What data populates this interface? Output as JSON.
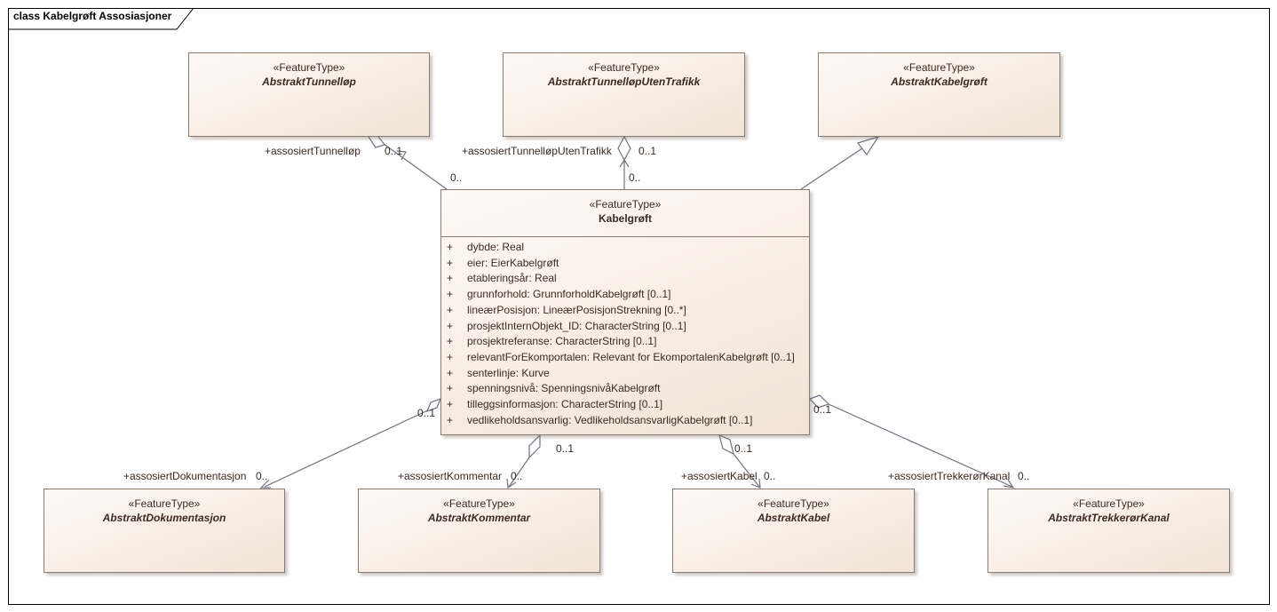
{
  "frame": {
    "title": "class Kabelgrøft Assosiasjoner"
  },
  "classes": {
    "tunnellop": {
      "stereotype": "«FeatureType»",
      "name": "AbstraktTunnelløp"
    },
    "tunnellop_uten_trafikk": {
      "stereotype": "«FeatureType»",
      "name": "AbstraktTunnelløpUtenTrafikk"
    },
    "kabelgroft_abstract": {
      "stereotype": "«FeatureType»",
      "name": "AbstraktKabelgrøft"
    },
    "kabelgroft": {
      "stereotype": "«FeatureType»",
      "name": "Kabelgrøft",
      "attributes": [
        {
          "vis": "+",
          "text": "dybde: Real"
        },
        {
          "vis": "+",
          "text": "eier: EierKabelgrøft"
        },
        {
          "vis": "+",
          "text": "etableringsår: Real"
        },
        {
          "vis": "+",
          "text": "grunnforhold: GrunnforholdKabelgrøft [0..1]"
        },
        {
          "vis": "+",
          "text": "lineærPosisjon: LineærPosisjonStrekning [0..*]"
        },
        {
          "vis": "+",
          "text": "prosjektInternObjekt_ID: CharacterString [0..1]"
        },
        {
          "vis": "+",
          "text": "prosjektreferanse: CharacterString [0..1]"
        },
        {
          "vis": "+",
          "text": "relevantForEkomportalen: Relevant for EkomportalenKabelgrøft [0..1]"
        },
        {
          "vis": "+",
          "text": "senterlinje: Kurve"
        },
        {
          "vis": "+",
          "text": "spenningsnivå: SpenningsnivåKabelgrøft"
        },
        {
          "vis": "+",
          "text": "tilleggsinformasjon: CharacterString [0..1]"
        },
        {
          "vis": "+",
          "text": "vedlikeholdsansvarlig: VedlikeholdsansvarligKabelgrøft [0..1]"
        }
      ]
    },
    "dokumentasjon": {
      "stereotype": "«FeatureType»",
      "name": "AbstraktDokumentasjon"
    },
    "kommentar": {
      "stereotype": "«FeatureType»",
      "name": "AbstraktKommentar"
    },
    "kabel": {
      "stereotype": "«FeatureType»",
      "name": "AbstraktKabel"
    },
    "trekkerkanal": {
      "stereotype": "«FeatureType»",
      "name": "AbstraktTrekkerørKanal"
    }
  },
  "associations": {
    "tunnellop": {
      "role": "+assosiertTunnelløp",
      "mult_target": "0..1",
      "mult_source": "0.."
    },
    "tunnellop_uten_trafikk": {
      "role": "+assosiertTunnelløpUtenTrafikk",
      "mult_target": "0..1",
      "mult_source": "0.."
    },
    "dokumentasjon": {
      "role": "+assosiertDokumentasjon",
      "mult_target": "0..",
      "mult_source": "0..1"
    },
    "kommentar": {
      "role": "+assosiertKommentar",
      "mult_target": "0..",
      "mult_source": "0..1"
    },
    "kabel": {
      "role": "+assosiertKabel",
      "mult_target": "0..",
      "mult_source": "0..1"
    },
    "trekkerkanal": {
      "role": "+assosiertTrekkerørKanal",
      "mult_target": "0..",
      "mult_source": "0..1"
    }
  }
}
